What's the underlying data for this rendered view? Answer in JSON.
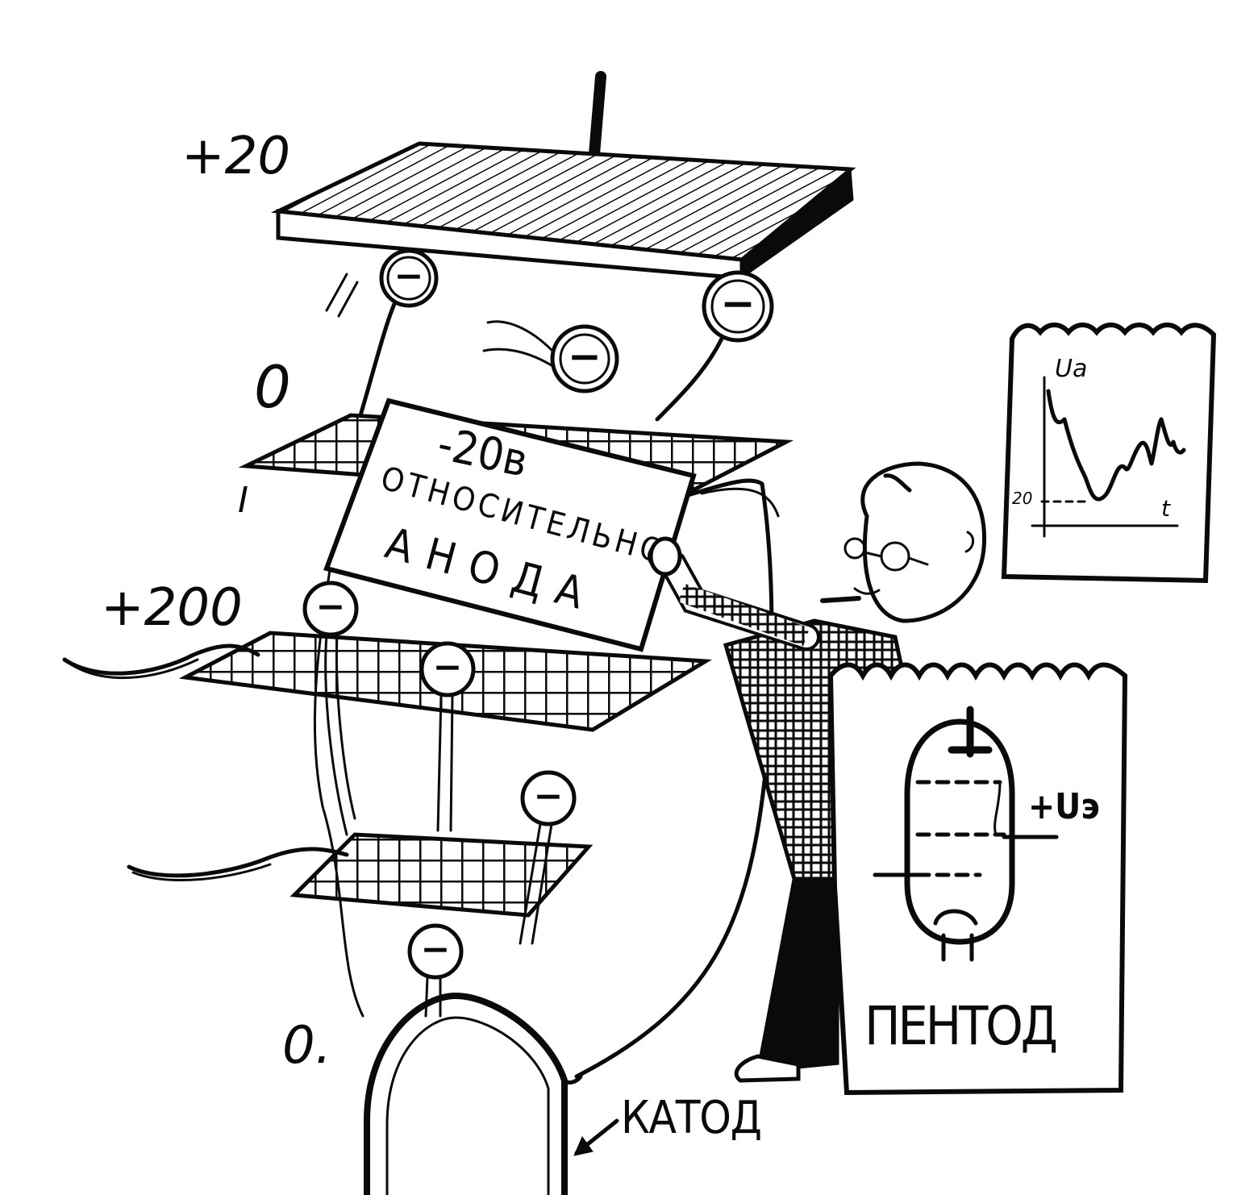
{
  "labels": {
    "anode_voltage": "+20",
    "suppressor_voltage": "0",
    "suppressor_mark": "I",
    "screen_voltage": "+200",
    "cathode_voltage": "0.",
    "cathode": "КАТОД"
  },
  "sign": {
    "line1": "-20в",
    "line2": "ОТНОСИТЕЛЬНО",
    "line3": "АНОДА"
  },
  "graph_poster": {
    "y_axis_label": "Uа",
    "level_label": "20",
    "x_axis_label": "t"
  },
  "pentode_poster": {
    "title": "ПЕНТОД",
    "voltage_label": "+Uэ"
  },
  "electron_symbol": "−"
}
